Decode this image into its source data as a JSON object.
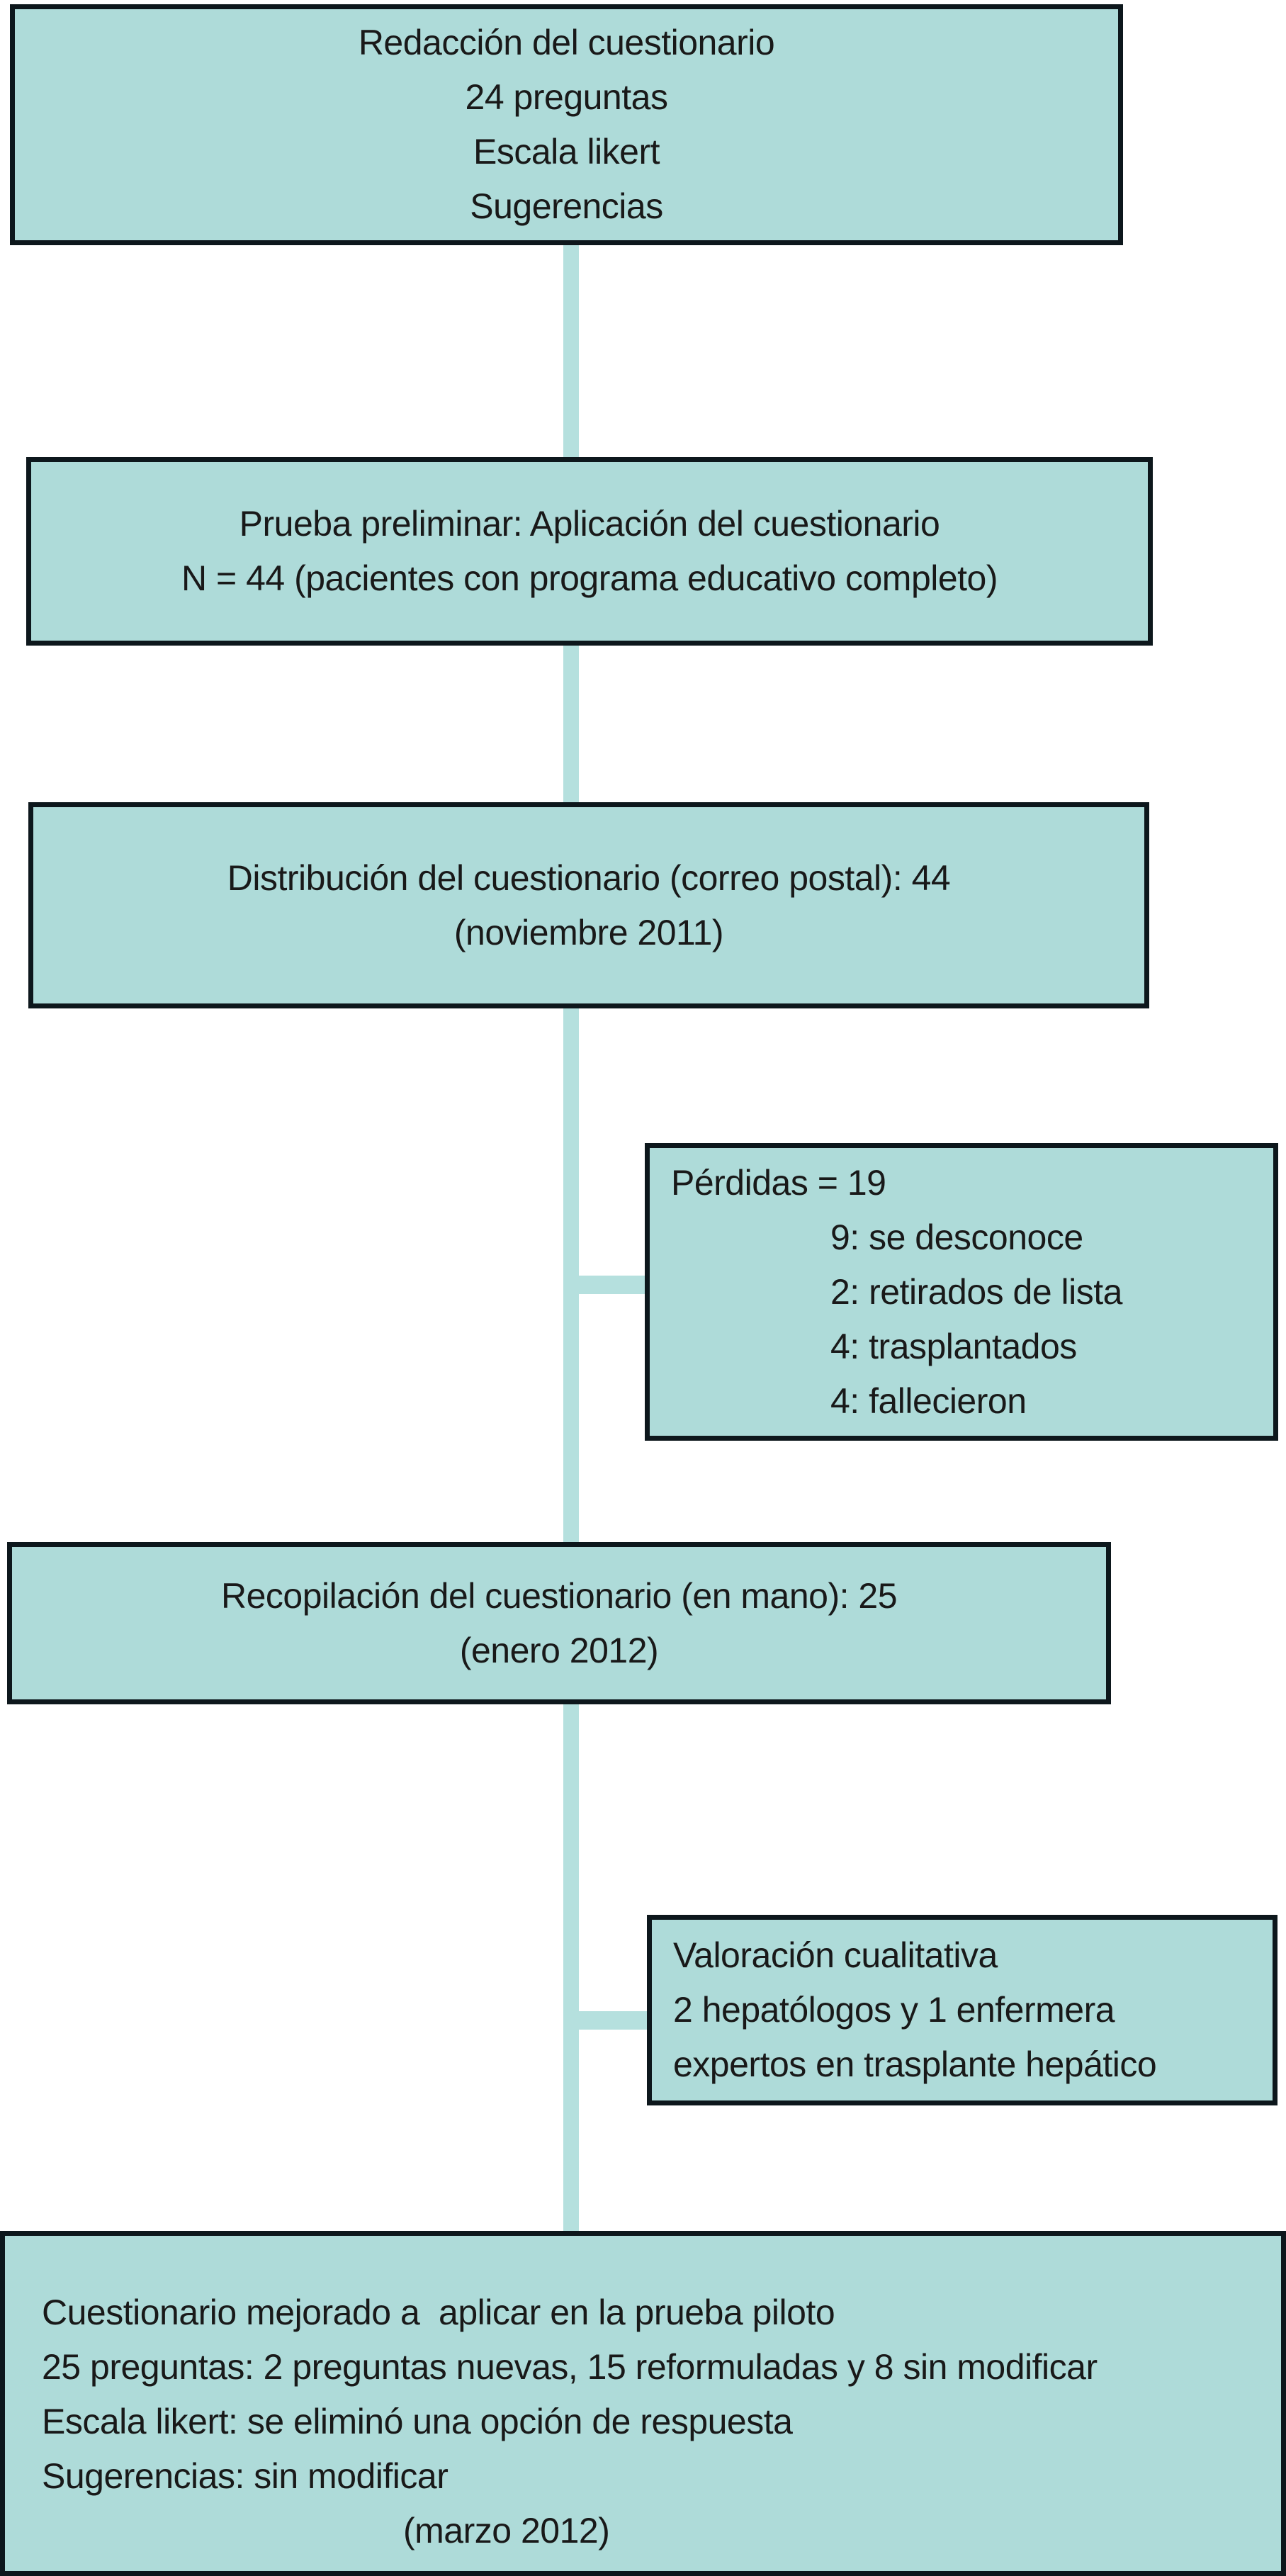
{
  "colors": {
    "box_fill": "#aedbd9",
    "connector": "#b5e0de",
    "border": "#0d171c",
    "text": "#191919",
    "page_bg": "#ffffff"
  },
  "flowchart": {
    "box1": {
      "lines": [
        "Redacción del cuestionario",
        "24 preguntas",
        "Escala likert",
        "Sugerencias"
      ]
    },
    "box2": {
      "lines": [
        "Prueba preliminar: Aplicación del cuestionario",
        "N = 44 (pacientes con programa educativo completo)"
      ]
    },
    "box3": {
      "lines": [
        "Distribución del cuestionario (correo postal): 44",
        "(noviembre 2011)"
      ]
    },
    "box4": {
      "lines": [
        "Pérdidas = 19",
        "9: se desconoce",
        "2: retirados de lista",
        "4: trasplantados",
        "4: fallecieron"
      ]
    },
    "box5": {
      "lines": [
        "Recopilación del cuestionario (en mano): 25",
        "(enero 2012)"
      ]
    },
    "box6": {
      "lines": [
        "Valoración cualitativa",
        "2 hepatólogos y 1 enfermera",
        "expertos en trasplante hepático"
      ]
    },
    "box7": {
      "lines": [
        "Cuestionario mejorado a  aplicar en la prueba piloto",
        "25 preguntas: 2 preguntas nuevas, 15 reformuladas y 8 sin modificar",
        "Escala likert: se eliminó una opción de respuesta",
        "Sugerencias: sin modificar",
        "(marzo 2012)"
      ]
    }
  }
}
